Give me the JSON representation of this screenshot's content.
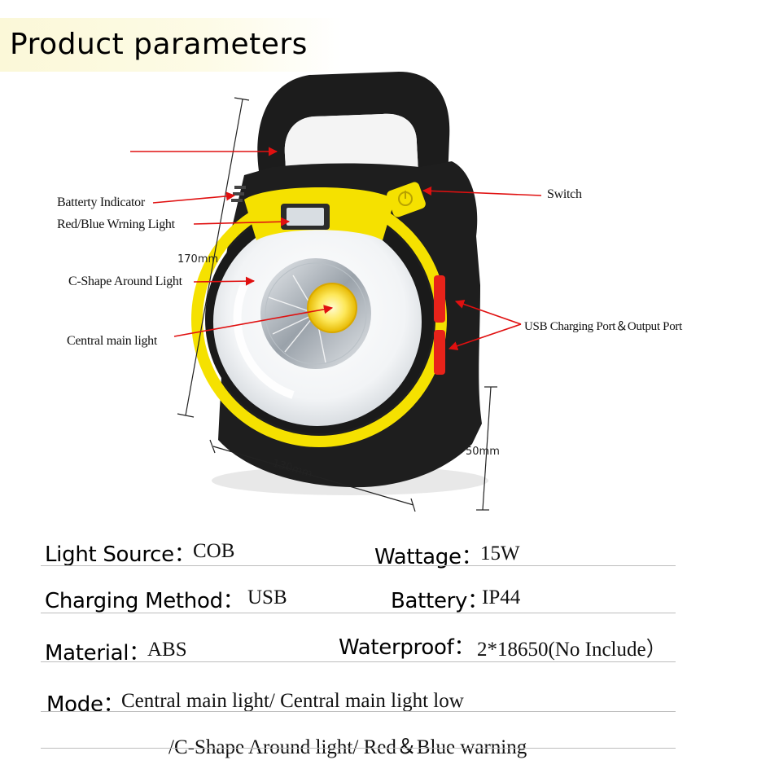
{
  "header": {
    "title": "Product parameters"
  },
  "callouts": {
    "battery_indicator": "Batterty Indicator",
    "warning_light": "Red/Blue Wrning Light",
    "c_shape_light": "C-Shape Around Light",
    "central_light": "Central main light",
    "switch": "Switch",
    "usb_port": "USB Charging Port＆Output Port"
  },
  "dimensions": {
    "height": "170mm",
    "width": "130mm",
    "depth": "50mm"
  },
  "specs": {
    "light_source_label": "Light Source：",
    "light_source_value": "COB",
    "wattage_label": "Wattage：",
    "wattage_value": "15W",
    "charging_label": "Charging Method：",
    "charging_value": "USB",
    "battery_label": "Battery：",
    "battery_value": "IP44",
    "material_label": "Material：",
    "material_value": "ABS",
    "waterproof_label": "Waterproof：",
    "waterproof_value": "2*18650(No Include）",
    "mode_label": "Mode：",
    "mode_value_1": "Central main light/ Central main light low",
    "mode_value_2": "/C-Shape Around light/ Red＆Blue warning"
  },
  "colors": {
    "accent_yellow": "#f5e100",
    "body_black": "#1c1c1c",
    "arrow_red": "#e01010",
    "port_red": "#e8231a"
  },
  "icons": {
    "switch": "power-button-icon",
    "usb": "usb-port-icon"
  }
}
